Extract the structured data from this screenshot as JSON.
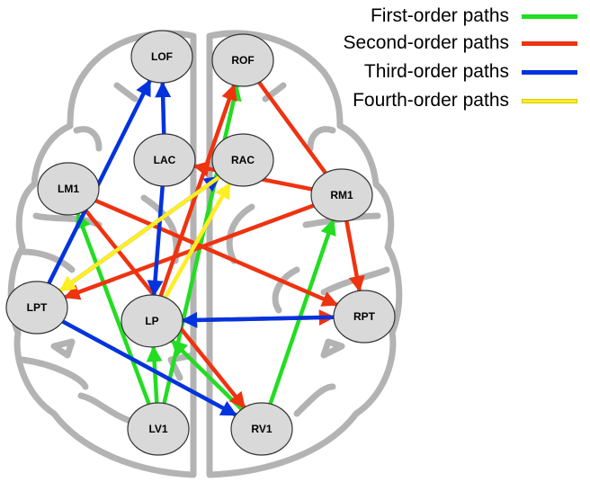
{
  "legend": [
    {
      "label": "First-order paths",
      "color": "#22dd22"
    },
    {
      "label": "Second-order paths",
      "color": "#ee3311"
    },
    {
      "label": "Third-order paths",
      "color": "#0033dd"
    },
    {
      "label": "Fourth-order paths",
      "color": "#ffee22"
    }
  ],
  "nodes": [
    {
      "id": "LOF",
      "label": "LOF"
    },
    {
      "id": "ROF",
      "label": "ROF"
    },
    {
      "id": "LAC",
      "label": "LAC"
    },
    {
      "id": "RAC",
      "label": "RAC"
    },
    {
      "id": "LM1",
      "label": "LM1"
    },
    {
      "id": "RM1",
      "label": "RM1"
    },
    {
      "id": "LPT",
      "label": "LPT"
    },
    {
      "id": "LP",
      "label": "LP"
    },
    {
      "id": "RPT",
      "label": "RPT"
    },
    {
      "id": "LV1",
      "label": "LV1"
    },
    {
      "id": "RV1",
      "label": "RV1"
    }
  ],
  "edges": [
    {
      "from": "LV1",
      "to": "LM1",
      "order": 1
    },
    {
      "from": "LV1",
      "to": "LP",
      "order": 1
    },
    {
      "from": "LV1",
      "to": "ROF",
      "order": 1
    },
    {
      "from": "RV1",
      "to": "LP",
      "order": 1
    },
    {
      "from": "RV1",
      "to": "RM1",
      "order": 1
    },
    {
      "from": "LM1",
      "to": "RPT",
      "order": 2
    },
    {
      "from": "LM1",
      "to": "RV1",
      "order": 2
    },
    {
      "from": "LP",
      "to": "ROF",
      "order": 2
    },
    {
      "from": "RM1",
      "to": "LAC",
      "order": 2
    },
    {
      "from": "RM1",
      "to": "LPT",
      "order": 2
    },
    {
      "from": "RM1",
      "to": "RPT",
      "order": 2
    },
    {
      "from": "ROF",
      "to": "RM1",
      "order": 2,
      "noArrow": true
    },
    {
      "from": "LP",
      "to": "RPT",
      "order": 2
    },
    {
      "from": "LAC",
      "to": "LOF",
      "order": 3
    },
    {
      "from": "LPT",
      "to": "LOF",
      "order": 3
    },
    {
      "from": "LAC",
      "to": "LP",
      "order": 3
    },
    {
      "from": "LPT",
      "to": "RAC",
      "order": 3
    },
    {
      "from": "LPT",
      "to": "RV1",
      "order": 3
    },
    {
      "from": "RPT",
      "to": "LP",
      "order": 3
    },
    {
      "from": "RAC",
      "to": "LPT",
      "order": 4
    },
    {
      "from": "LP",
      "to": "RAC",
      "order": 4
    }
  ]
}
